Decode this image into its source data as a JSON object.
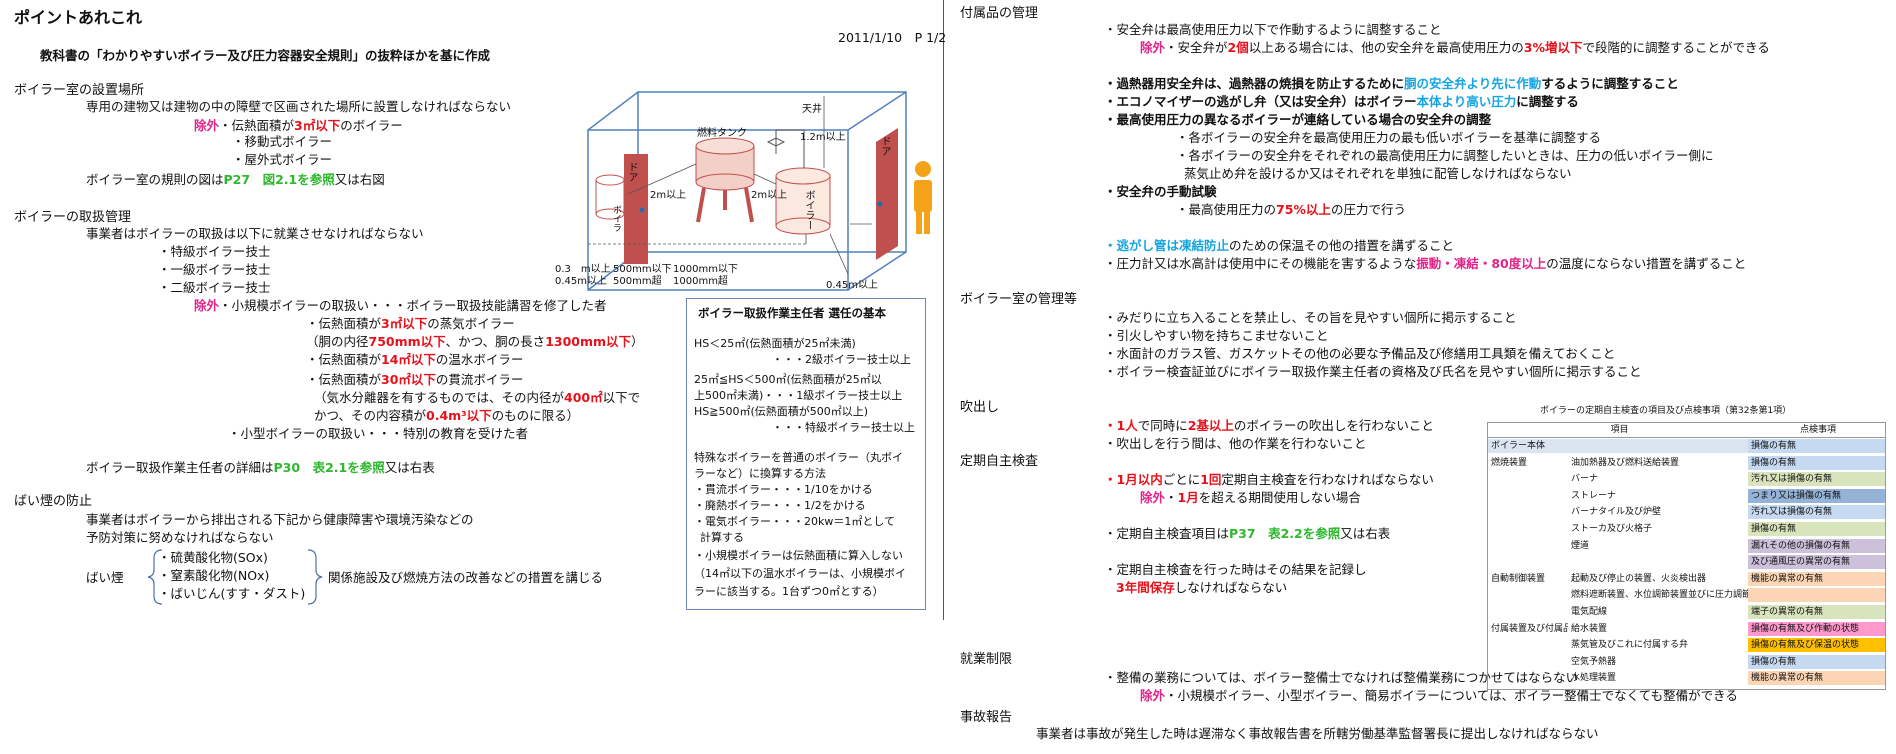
{
  "left": {
    "title": "ポイントあれこれ",
    "date": "2011/1/10　P 1/2",
    "subtitle": "教科書の「わかりやすいボイラー及び圧力容器安全規則」の抜粋ほかを基に作成",
    "install_heading": "ボイラー室の設置場所",
    "install_l1": "専用の建物又は建物の中の障壁で区画された場所に設置しなければならない",
    "exclusion": "除外",
    "install_ex_pre": "・伝熱面積が",
    "install_ex_val": "3㎡以下",
    "install_ex_post": "のボイラー",
    "install_ex2": "・移動式ボイラー",
    "install_ex3": "・屋外式ボイラー",
    "install_ref_pre": "ボイラー室の規則の図は",
    "install_ref_val": "P27　図2.1を参照",
    "install_ref_post": "又は右図",
    "handling_heading": "ボイラーの取扱管理",
    "handling_l1": "事業者はボイラーの取扱は以下に就業させなければならない",
    "handling_q1": "・特級ボイラー技士",
    "handling_q2": "・一級ボイラー技士",
    "handling_q3": "・二級ボイラー技士",
    "handling_ex1": "・小規模ボイラーの取扱い・・・ボイラー取扱技能講習を修了した者",
    "handling_a_pre": "・伝熱面積が",
    "handling_a_val": "3㎡以下",
    "handling_a_post": "の蒸気ボイラー",
    "handling_b_pre": "（胴の内径",
    "handling_b_val1": "750mm以下",
    "handling_b_mid": "、かつ、胴の長さ",
    "handling_b_val2": "1300mm以下",
    "handling_b_post": "）",
    "handling_c_pre": "・伝熱面積が",
    "handling_c_val": "14㎡以下",
    "handling_c_post": "の温水ボイラー",
    "handling_d_pre": "・伝熱面積が",
    "handling_d_val": "30㎡以下",
    "handling_d_post": "の貫流ボイラー",
    "handling_e_pre": "（気水分離器を有するものでは、その内径が",
    "handling_e_val": "400㎡",
    "handling_e_post": "以下で",
    "handling_f_pre": "かつ、その内容積が",
    "handling_f_val": "0.4m³以下",
    "handling_f_post": "のものに限る）",
    "handling_g": "・小型ボイラーの取扱い・・・特別の教育を受けた者",
    "supervisor_pre": "ボイラー取扱作業主任者の詳細は",
    "supervisor_val": "P30　表2.1を参照",
    "supervisor_post": "又は右表",
    "smoke_heading": "ばい煙の防止",
    "smoke_l1": "事業者はボイラーから排出される下記から健康障害や環境汚染などの",
    "smoke_l2": "予防対策に努めなければならない",
    "smoke_label": "ばい煙",
    "smoke_i1": "・硫黄酸化物(SOx)",
    "smoke_i2": "・窒素酸化物(NOx)",
    "smoke_i3": "・ばいじん(すす・ダスト)",
    "smoke_measure": "関係施設及び燃焼方法の改善などの措置を講じる"
  },
  "diagram": {
    "ceiling": "天井",
    "dim_12": "1.2m以上",
    "door1": "ドア",
    "door2": "ドア",
    "tank": "燃料タンク",
    "boiler_small": "ボイラ",
    "boiler_big": "ボイラー",
    "dim_2a": "2m以上",
    "dim_2b": "2m以上",
    "dim_03": "0.3　m以上",
    "dim_045a": "0.45m以上",
    "dim_500a": "500mm以下",
    "dim_500b": "500mm超",
    "dim_1000a": "1000mm以下",
    "dim_1000b": "1000mm超",
    "dim_045b": "0.45m以上"
  },
  "selection_box": {
    "title": "ボイラー取扱作業主任者 選任の基本",
    "l1": "HS＜25㎡(伝熱面積が25㎡未満)",
    "l2": "・・・2級ボイラー技士以上",
    "l3": "25㎡≦HS＜500㎡(伝熱面積が25㎡以",
    "l4": "上500㎡未満)・・・1級ボイラー技士以上",
    "l5": "HS≧500㎡(伝熱面積が500㎡以上)",
    "l6": "・・・特級ボイラー技士以上",
    "l7": "特殊なボイラーを普通のボイラー（丸ボイ",
    "l8": "ラーなど）に換算する方法",
    "l9": "・貫流ボイラー・・・1/10をかける",
    "l10": "・廃熱ボイラー・・・1/2をかける",
    "l11": "・電気ボイラー・・・20kw＝1㎡として",
    "l12": "計算する",
    "l13": "・小規模ボイラーは伝熱面積に算入しない",
    "l14": "（14㎡以下の温水ボイラーは、小規模ボイ",
    "l15": "ラーに該当する。1台ずつ0㎡とする）"
  },
  "right": {
    "acc_heading": "付属品の管理",
    "acc_l1": "・安全弁は最高使用圧力以下で作動するように調整すること",
    "exclusion": "除外",
    "acc_l2_pre": "・安全弁が",
    "acc_l2_val1": "2個",
    "acc_l2_mid": "以上ある場合には、他の安全弁を最高使用圧力の",
    "acc_l2_val2": "3%増以下",
    "acc_l2_post": "で段階的に調整することができる",
    "acc_l3_pre": "・過熱器用安全弁は、過熱器の焼損を防止するために",
    "acc_l3_val": "胴の安全弁より先に作動",
    "acc_l3_post": "するように調整すること",
    "acc_l4_pre": "・エコノマイザーの逃がし弁（又は安全弁）はボイラー",
    "acc_l4_val": "本体より高い圧力",
    "acc_l4_post": "に調整する",
    "acc_l5": "・最高使用圧力の異なるボイラーが連絡している場合の安全弁の調整",
    "acc_l6": "・各ボイラーの安全弁を最高使用圧力の最も低いボイラーを基準に調整する",
    "acc_l7": "・各ボイラーの安全弁をそれぞれの最高使用圧力に調整したいときは、圧力の低いボイラー側に",
    "acc_l8": "蒸気止め弁を設けるか又はそれぞれを単独に配管しなければならない",
    "acc_l9": "・安全弁の手動試験",
    "acc_l10_pre": "・最高使用圧力の",
    "acc_l10_val": "75%以上",
    "acc_l10_post": "の圧力で行う",
    "acc_l11_val": "・逃がし管は凍結防止",
    "acc_l11_post": "のための保温その他の措置を講ずること",
    "acc_l12_pre": "・圧力計又は水高計は使用中にその機能を害するような",
    "acc_l12_val1": "振動",
    "acc_l12_sep1": "・",
    "acc_l12_val2": "凍結",
    "acc_l12_sep2": "・",
    "acc_l12_val3": "80度以上",
    "acc_l12_post": "の温度にならない措置を講ずること",
    "room_heading": "ボイラー室の管理等",
    "room_l1": "・みだりに立ち入ることを禁止し、その旨を見やすい個所に掲示すること",
    "room_l2": "・引火しやすい物を持ちこませないこと",
    "room_l3": "・水面計のガラス管、ガスケットその他の必要な予備品及び修繕用工具類を備えておくこと",
    "room_l4": "・ボイラー検査証並びにボイラー取扱作業主任者の資格及び氏名を見やすい個所に掲示すること",
    "blow_heading": "吹出し",
    "blow_l1_val1": "・1人",
    "blow_l1_mid": "で同時に",
    "blow_l1_val2": "2基以上",
    "blow_l1_post": "のボイラーの吹出しを行わないこと",
    "blow_l2": "・吹出しを行う間は、他の作業を行わないこと",
    "insp_heading": "定期自主検査",
    "insp_l1_val1": "・1月以内",
    "insp_l1_mid": "ごとに",
    "insp_l1_val2": "1回",
    "insp_l1_post": "定期自主検査を行わなければならない",
    "insp_ex_pre": "・",
    "insp_ex_val": "1月",
    "insp_ex_post": "を超える期間使用しない場合",
    "insp_ref_pre": "・定期自主検査項目は",
    "insp_ref_val": "P37　表2.2を参照",
    "insp_ref_post": "又は右表",
    "insp_rec": "・定期自主検査を行った時はその結果を記録し",
    "insp_keep": "3年間保存",
    "insp_keep_post": "しなければならない",
    "work_heading": "就業制限",
    "work_l1": "・整備の業務については、ボイラー整備士でなければ整備業務につかせてはならない",
    "work_ex": "・小規模ボイラー、小型ボイラー、簡易ボイラーについては、ボイラー整備士でなくても整備ができる",
    "acc_rep_heading": "事故報告",
    "acc_rep_l1": "事業者は事故が発生した時は遅滞なく事故報告書を所轄労働基準監督署長に提出しなければならない"
  },
  "inspection_table": {
    "caption": "ボイラーの定期自主検査の項目及び点検事項（第32条第1項）",
    "headers": [
      "項目",
      "点検事項"
    ],
    "rows": [
      [
        "ボイラー本体",
        "",
        "損傷の有無"
      ],
      [
        "燃焼装置",
        "油加熱器及び燃料送給装置",
        "損傷の有無"
      ],
      [
        "",
        "バーナ",
        "汚れ又は損傷の有無"
      ],
      [
        "",
        "ストレーナ",
        "つまり又は損傷の有無"
      ],
      [
        "",
        "バーナタイル及び炉壁",
        "汚れ又は損傷の有無"
      ],
      [
        "",
        "ストーカ及び火格子",
        "損傷の有無"
      ],
      [
        "",
        "煙道",
        "漏れその他の損傷の有無"
      ],
      [
        "",
        "",
        "及び通風圧の異常の有無"
      ],
      [
        "自動制御装置",
        "起動及び停止の装置、火炎検出器",
        "機能の異常の有無"
      ],
      [
        "",
        "燃料遮断装置、水位調節装置並びに圧力調節装置",
        ""
      ],
      [
        "",
        "電気配線",
        "端子の異常の有無"
      ],
      [
        "付属装置及び付属品",
        "給水装置",
        "損傷の有無及び作動の状態"
      ],
      [
        "",
        "蒸気管及びこれに付属する弁",
        "損傷の有無及び保温の状態"
      ],
      [
        "",
        "空気予熱器",
        "損傷の有無"
      ],
      [
        "",
        "水処理装置",
        "機能の異常の有無"
      ]
    ]
  },
  "colors": {
    "red": "#e8101a",
    "magenta": "#e0248a",
    "cyan": "#15a5e0",
    "door": "#c0504d",
    "wall": "#4f81bd",
    "person": "#f4a21a"
  }
}
